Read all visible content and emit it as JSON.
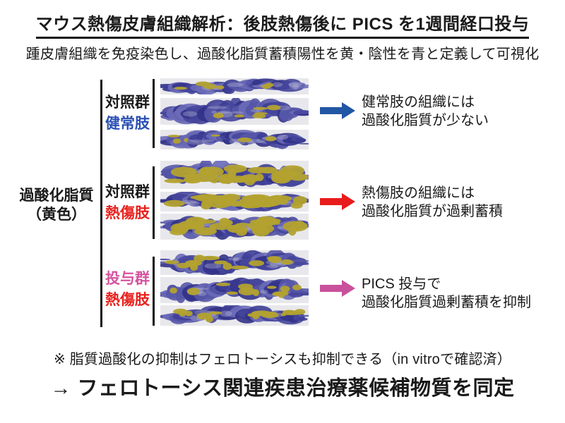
{
  "title": "マウス熱傷皮膚組織解析：後肢熱傷後に PICS を1週間経口投与",
  "subtitle": "踵皮膚組織を免疫染色し、過酸化脂質蓄積陽性を黄・陰性を青と定義して可視化",
  "axis_label": {
    "line1": "過酸化脂質",
    "line2": "（黄色）"
  },
  "tissue_colors": {
    "strip_bg": "#e8e8ec",
    "negative_blue": "#46469c",
    "positive_yellow": "#b3a22f"
  },
  "groups": [
    {
      "group_label": "対照群",
      "group_label_color": "#1a1a1a",
      "limb_label": "健常肢",
      "limb_label_color": "#2b50b4",
      "arrow_color": "#2156a5",
      "result_line1": "健常肢の組織には",
      "result_line2": "過酸化脂質が少ない",
      "lipid_peroxide_level": "low"
    },
    {
      "group_label": "対照群",
      "group_label_color": "#1a1a1a",
      "limb_label": "熱傷肢",
      "limb_label_color": "#e8211d",
      "arrow_color": "#e81c1c",
      "result_line1": "熱傷肢の組織には",
      "result_line2": "過酸化脂質が過剰蓄積",
      "lipid_peroxide_level": "high"
    },
    {
      "group_label": "投与群",
      "group_label_color": "#d4549f",
      "limb_label": "熱傷肢",
      "limb_label_color": "#e8211d",
      "arrow_color": "#c9509b",
      "result_line1": "PICS 投与で",
      "result_line2": "過酸化脂質過剰蓄積を抑制",
      "lipid_peroxide_level": "moderate"
    }
  ],
  "note": "※ 脂質過酸化の抑制はフェロトーシスも抑制できる（in vitroで確認済）",
  "conclusion": "→ フェロトーシス関連疾患治療薬候補物質を同定"
}
